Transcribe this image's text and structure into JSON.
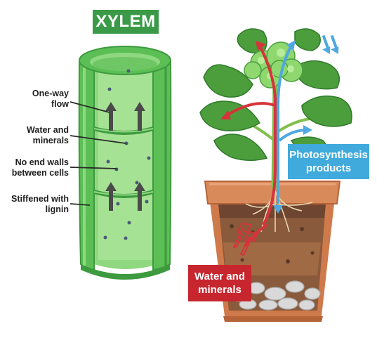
{
  "title": "XYLEM",
  "xylem_labels": [
    {
      "id": "one-way-flow",
      "text": "One-way\nflow"
    },
    {
      "id": "water-and-minerals",
      "text": "Water and\nminerals"
    },
    {
      "id": "no-end-walls",
      "text": "No end walls\nbetween cells"
    },
    {
      "id": "stiffened-with-lignin",
      "text": "Stiffened with\nlignin"
    }
  ],
  "plant_callouts": {
    "photosynthesis_products": "Photosynthesis\nproducts",
    "water_and_minerals": "Water and\nminerals"
  },
  "colors": {
    "title_bg": "#3b9a48",
    "tube_green": "#5bbf55",
    "tube_dark": "#3e9a3f",
    "tube_light": "#8fd880",
    "arrow_gray": "#4a4a4a",
    "xylem_flow_red": "#d6333a",
    "phloem_flow_blue": "#4fa8df",
    "callout_blue": "#40aadc",
    "callout_red": "#c7262e",
    "pot_terracotta": "#cf7a4a",
    "soil_brown": "#8a5a3c",
    "leaf_green": "#4c9e3d"
  }
}
